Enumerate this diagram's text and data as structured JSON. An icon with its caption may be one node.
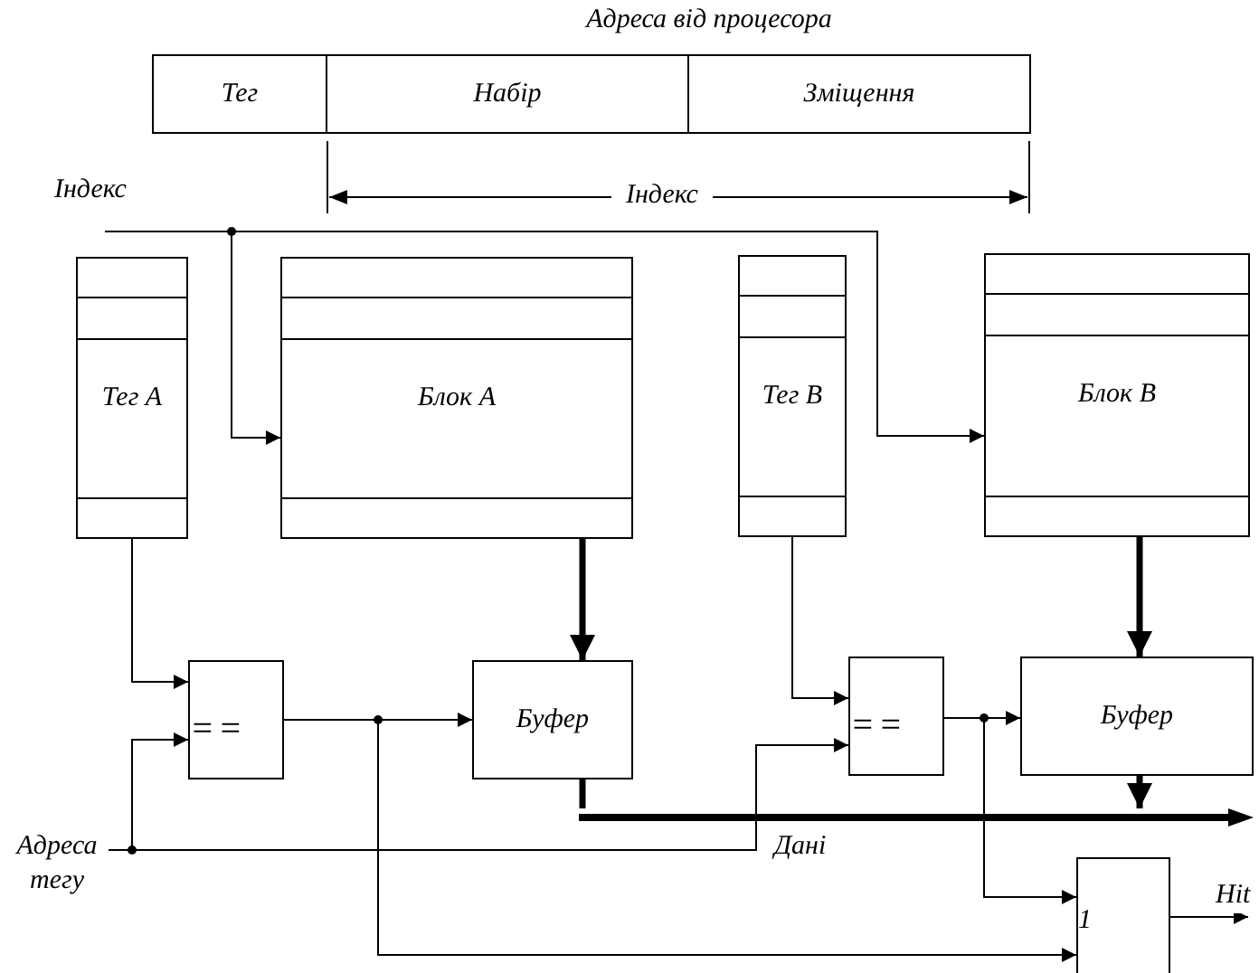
{
  "diagram": {
    "nodes": [
      {
        "text": [
          "Адреса від процесора"
        ]
      },
      {
        "text": [
          "Тег"
        ],
        "in": 0
      },
      {
        "text": [
          "Набір"
        ],
        "in": 0
      },
      {
        "text": [
          "Зміщення"
        ],
        "in": 0
      },
      {
        "text": [
          "Індекс"
        ]
      },
      {
        "text": [
          "Тег А"
        ]
      },
      {
        "text": [
          "Блок А"
        ]
      },
      {
        "text": [
          "Тег В"
        ]
      },
      {
        "text": [
          "Блок В"
        ]
      },
      {
        "text": [
          "=="
        ]
      },
      {
        "text": [
          "Буфер"
        ]
      },
      {
        "text": [
          "=="
        ]
      },
      {
        "text": [
          "Буфер"
        ]
      },
      {
        "text": [
          "Адреса тегу"
        ]
      },
      {
        "text": [
          "1"
        ]
      },
      {
        "text": [],
        "shape": "bar",
        "beside": [
          "Дані"
        ]
      }
    ],
    "edges": [
      {
        "from": 4,
        "to": 6,
        "arrow": "to"
      },
      {
        "from": 4,
        "to": 8,
        "arrow": "to"
      },
      {
        "from": 5,
        "to": 9,
        "arrow": "to"
      },
      {
        "from": 13,
        "to": 9,
        "arrow": "to"
      },
      {
        "from": 13,
        "to": 11,
        "arrow": "to"
      },
      {
        "from": 6,
        "to": 10,
        "arrow": "to",
        "style": "thick"
      },
      {
        "from": 9,
        "to": 10,
        "arrow": "to"
      },
      {
        "from": 9,
        "to": 14,
        "arrow": "to"
      },
      {
        "from": 7,
        "to": 11,
        "arrow": "to"
      },
      {
        "from": 8,
        "to": 12,
        "arrow": "to",
        "style": "thick"
      },
      {
        "from": 11,
        "to": 12,
        "arrow": "to"
      },
      {
        "from": 11,
        "to": 14,
        "arrow": "to"
      },
      {
        "from": 10,
        "to": 15,
        "arrow": "none",
        "style": "thick"
      },
      {
        "from": 12,
        "to": 15,
        "arrow": "to",
        "style": "thick"
      },
      {
        "from": 14,
        "to": null,
        "arrow": "to",
        "label": "Hit"
      }
    ],
    "labels": [
      "Індекс"
    ]
  }
}
